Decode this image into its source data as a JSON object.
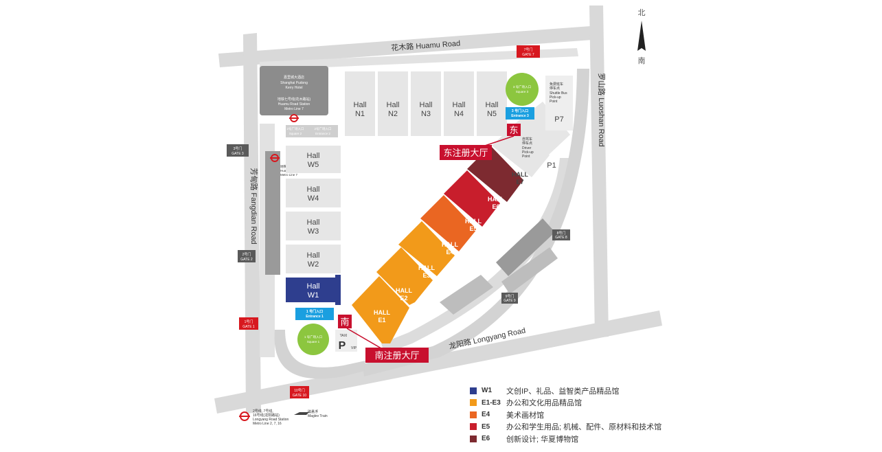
{
  "colors": {
    "road": "#d9d9d9",
    "building": "#e6e6e6",
    "building_dark": "#8c8c8c",
    "w1": "#2e3e8e",
    "e1_e3": "#f29a1a",
    "e4": "#ea6622",
    "e5": "#c81e2c",
    "e6": "#7d2a30",
    "plaza": "#8cc63f",
    "entrance": "#1a9fe0",
    "gate_red": "#d7181f",
    "gate_gray": "#5a5a5a",
    "registration": "#c8102e"
  },
  "compass": {
    "north": "北",
    "south": "南"
  },
  "roads": {
    "north": "花木路 Huamu Road",
    "east": "罗山路 Luoshan Road",
    "west": "芳甸路 Fangdian Road",
    "south": "龙阳路 Longyang Road"
  },
  "gates": {
    "gate1": [
      "1号门",
      "GATE 1"
    ],
    "gate2": [
      "2号门",
      "GATE 2"
    ],
    "gate3": [
      "3号门",
      "GATE 3"
    ],
    "gate7": [
      "7号门",
      "GATE 7"
    ],
    "gate8": [
      "8号门",
      "GATE 8"
    ],
    "gate9": [
      "9号门",
      "GATE 9"
    ],
    "gate10": [
      "10号门",
      "GATE 10"
    ]
  },
  "halls": {
    "north": [
      [
        "Hall",
        "N1"
      ],
      [
        "Hall",
        "N2"
      ],
      [
        "Hall",
        "N3"
      ],
      [
        "Hall",
        "N4"
      ],
      [
        "Hall",
        "N5"
      ]
    ],
    "west": {
      "w5": [
        "Hall",
        "W5"
      ],
      "w4": [
        "Hall",
        "W4"
      ],
      "w3": [
        "Hall",
        "W3"
      ],
      "w2": [
        "Hall",
        "W2"
      ],
      "w1": [
        "Hall",
        "W1"
      ]
    },
    "east": {
      "e1": [
        "HALL",
        "E1"
      ],
      "e2": [
        "HALL",
        "E2"
      ],
      "e3": [
        "HALL",
        "E3"
      ],
      "e4": [
        "HALL",
        "E4"
      ],
      "e5": [
        "HALL",
        "E5"
      ],
      "e6": [
        "HALL",
        "E6"
      ],
      "e7": [
        "HALL",
        "E7"
      ]
    }
  },
  "hotel": [
    "嘉里城大酒店",
    "Shanghai Pudong",
    "Kerry Hotel"
  ],
  "metro_north": [
    "地铁七号线(花木路站)",
    "Huamu Road Station",
    "Metro Line 7"
  ],
  "metro_west": [
    "地铁七号线(花木路站)",
    "Huamu Road Station",
    "Metro Line 7"
  ],
  "metro_south": [
    "2号线, 7号线,",
    "16号线(龙阳路站)",
    "Longyang Road Station",
    "Metro Line 2, 7, 16"
  ],
  "maglev": [
    "磁悬浮",
    "Maglev Train"
  ],
  "entrance1": [
    "1 号门入口",
    "Entrance 1"
  ],
  "entrance2": [
    "2号广场入口",
    "Entrance 2"
  ],
  "entrance2_west": [
    "2号广场入口",
    "Square 2"
  ],
  "entrance3": [
    "3 号门入口",
    "Entrance 3"
  ],
  "square1": [
    "1 号广场入口",
    "Square 1"
  ],
  "square3": [
    "3 号广场入口",
    "Square 3"
  ],
  "shuttle": [
    "免费班车",
    "停车点",
    "Shuttle Bus",
    "Pick-up",
    "Point"
  ],
  "driver": [
    "自驾车",
    "停车点",
    "Driver",
    "Pick-up",
    "Point"
  ],
  "parking": {
    "p1": "P1",
    "p7": "P7",
    "p_main": "P",
    "p_vip": "VIP",
    "taxi": "TAXI"
  },
  "registration": {
    "east_char": "东",
    "east_label": "东注册大厅",
    "south_char": "南",
    "south_label": "南注册大厅"
  },
  "legend": [
    {
      "code": "W1",
      "desc": "文创IP、礼品、益智类产品精品馆",
      "color": "#2e3e8e"
    },
    {
      "code": "E1-E3",
      "desc": "办公和文化用品精品馆",
      "color": "#f29a1a"
    },
    {
      "code": "E4",
      "desc": "美术画材馆",
      "color": "#ea6622"
    },
    {
      "code": "E5",
      "desc": "办公和学生用品; 机械、配件、原材料和技术馆",
      "color": "#c81e2c"
    },
    {
      "code": "E6",
      "desc": "创新设计; 华夏博物馆",
      "color": "#7d2a30"
    }
  ]
}
